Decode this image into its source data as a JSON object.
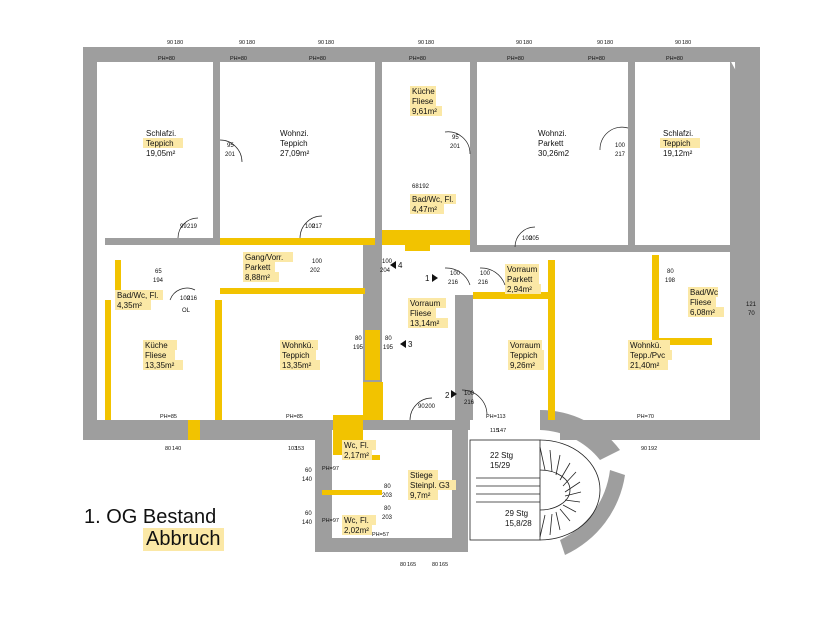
{
  "colors": {
    "wall": "#9e9e9e",
    "demolition": "#f2c300",
    "highlight": "#fbe8a6",
    "lines": "#222222"
  },
  "title": "1. OG Bestand",
  "legend_label": "Abbruch",
  "rooms": [
    {
      "id": "schlafzi-left",
      "name": "Schlafzi.",
      "material": "Teppich",
      "area": "19,05m²",
      "hl": true
    },
    {
      "id": "wohnzi-left",
      "name": "Wohnzi.",
      "material": "Teppich",
      "area": "27,09m²",
      "hl": false
    },
    {
      "id": "kueche-top",
      "name": "Küche",
      "material": "Fliese",
      "area": "9,61m²",
      "hl": true
    },
    {
      "id": "wohnzi-right",
      "name": "Wohnzi.",
      "material": "Parkett",
      "area": "30,26m2",
      "hl": false
    },
    {
      "id": "schlafzi-right",
      "name": "Schlafzi.",
      "material": "Teppich",
      "area": "19,12m²",
      "hl": true
    },
    {
      "id": "bad-center",
      "name": "Bad/Wc, Fl.",
      "material": "",
      "area": "4,47m²",
      "hl": true
    },
    {
      "id": "bad-left",
      "name": "Bad/Wc, Fl.",
      "material": "",
      "area": "4,35m²",
      "hl": true
    },
    {
      "id": "gang",
      "name": "Gang/Vorr.",
      "material": "Parkett",
      "area": "8,88m²",
      "hl": true
    },
    {
      "id": "vorraum-center",
      "name": "Vorraum",
      "material": "Fliese",
      "area": "13,14m²",
      "hl": true
    },
    {
      "id": "vorraum-small",
      "name": "Vorraum",
      "material": "Parkett",
      "area": "2,94m²",
      "hl": true
    },
    {
      "id": "bad-right",
      "name": "Bad/Wc",
      "material": "Fliese",
      "area": "6,08m²",
      "hl": true
    },
    {
      "id": "kueche-left",
      "name": "Küche",
      "material": "Fliese",
      "area": "13,35m²",
      "hl": true
    },
    {
      "id": "wohnkue-left",
      "name": "Wohnkü.",
      "material": "Teppich",
      "area": "13,35m²",
      "hl": true
    },
    {
      "id": "vorraum-lower",
      "name": "Vorraum",
      "material": "Teppich",
      "area": "9,26m²",
      "hl": true
    },
    {
      "id": "wohnkue-right",
      "name": "Wohnkü.",
      "material": "Tepp./Pvc",
      "area": "21,40m²",
      "hl": true
    },
    {
      "id": "wc-upper",
      "name": "Wc, Fl.",
      "material": "",
      "area": "2,17m²",
      "hl": true
    },
    {
      "id": "wc-lower",
      "name": "Wc, Fl.",
      "material": "",
      "area": "2,02m²",
      "hl": true
    },
    {
      "id": "stiege",
      "name": "Stiege",
      "material": "Steinpl. G3",
      "area": "9,7m²",
      "hl": true
    }
  ],
  "stairs": [
    {
      "id": "stg-up",
      "line1": "22 Stg",
      "line2": "15/29"
    },
    {
      "id": "stg-down",
      "line1": "29 Stg",
      "line2": "15,8/28"
    }
  ],
  "doors": [
    {
      "id": "d1",
      "a": "95",
      "b": "201"
    },
    {
      "id": "d2",
      "a": "95",
      "b": "201"
    },
    {
      "id": "d3",
      "a": "100",
      "b": "217"
    },
    {
      "id": "d4",
      "a": "99",
      "b": "219"
    },
    {
      "id": "d5",
      "a": "100",
      "b": "217"
    },
    {
      "id": "d6",
      "a": "68",
      "b": "192"
    },
    {
      "id": "d7",
      "a": "100",
      "b": "205"
    },
    {
      "id": "d8",
      "a": "65",
      "b": "194"
    },
    {
      "id": "d9",
      "a": "100",
      "b": "202"
    },
    {
      "id": "d10",
      "a": "100",
      "b": "204"
    },
    {
      "id": "d11",
      "a": "100",
      "b": "216"
    },
    {
      "id": "d12",
      "a": "100",
      "b": "216"
    },
    {
      "id": "d13",
      "a": "80",
      "b": "198"
    },
    {
      "id": "d14",
      "a": "121",
      "b": "70"
    },
    {
      "id": "d15",
      "a": "100",
      "b": "216"
    },
    {
      "id": "d16",
      "a": "80",
      "b": "195"
    },
    {
      "id": "d17",
      "a": "80",
      "b": "195"
    },
    {
      "id": "d18",
      "a": "100",
      "b": "216"
    },
    {
      "id": "d19",
      "a": "90",
      "b": "200"
    },
    {
      "id": "d20",
      "a": "80",
      "b": "203"
    },
    {
      "id": "d21",
      "a": "80",
      "b": "203"
    },
    {
      "id": "d22",
      "a": "60",
      "b": "140"
    },
    {
      "id": "d23",
      "a": "60",
      "b": "140"
    }
  ],
  "door_ol": "OL",
  "windows_top": [
    {
      "id": "wt1",
      "a": "90",
      "b": "180",
      "ph": "PH=80"
    },
    {
      "id": "wt2",
      "a": "90",
      "b": "180",
      "ph": "PH=80"
    },
    {
      "id": "wt3",
      "a": "90",
      "b": "180",
      "ph": "PH=80"
    },
    {
      "id": "wt4",
      "a": "90",
      "b": "180",
      "ph": "PH=80"
    },
    {
      "id": "wt5",
      "a": "90",
      "b": "180",
      "ph": "PH=80"
    },
    {
      "id": "wt6",
      "a": "90",
      "b": "180",
      "ph": "PH=80"
    },
    {
      "id": "wt7",
      "a": "90",
      "b": "180",
      "ph": "PH=80"
    }
  ],
  "windows_bottom": [
    {
      "id": "wb1",
      "a": "80",
      "b": "140",
      "ph": "PH=85"
    },
    {
      "id": "wb2",
      "a": "103",
      "b": "153",
      "ph": "PH=85"
    },
    {
      "id": "wb3",
      "a": "115",
      "b": "147",
      "ph": "PH=113"
    },
    {
      "id": "wb4",
      "a": "90",
      "b": "192",
      "ph": "PH=70"
    },
    {
      "id": "wb5",
      "a": "80",
      "b": "165",
      "ph": "PH=57"
    },
    {
      "id": "wb6",
      "a": "80",
      "b": "165",
      "ph": ""
    }
  ],
  "ph_wc": [
    "PH=97",
    "PH=97"
  ],
  "markers": [
    "1",
    "2",
    "3",
    "4"
  ]
}
